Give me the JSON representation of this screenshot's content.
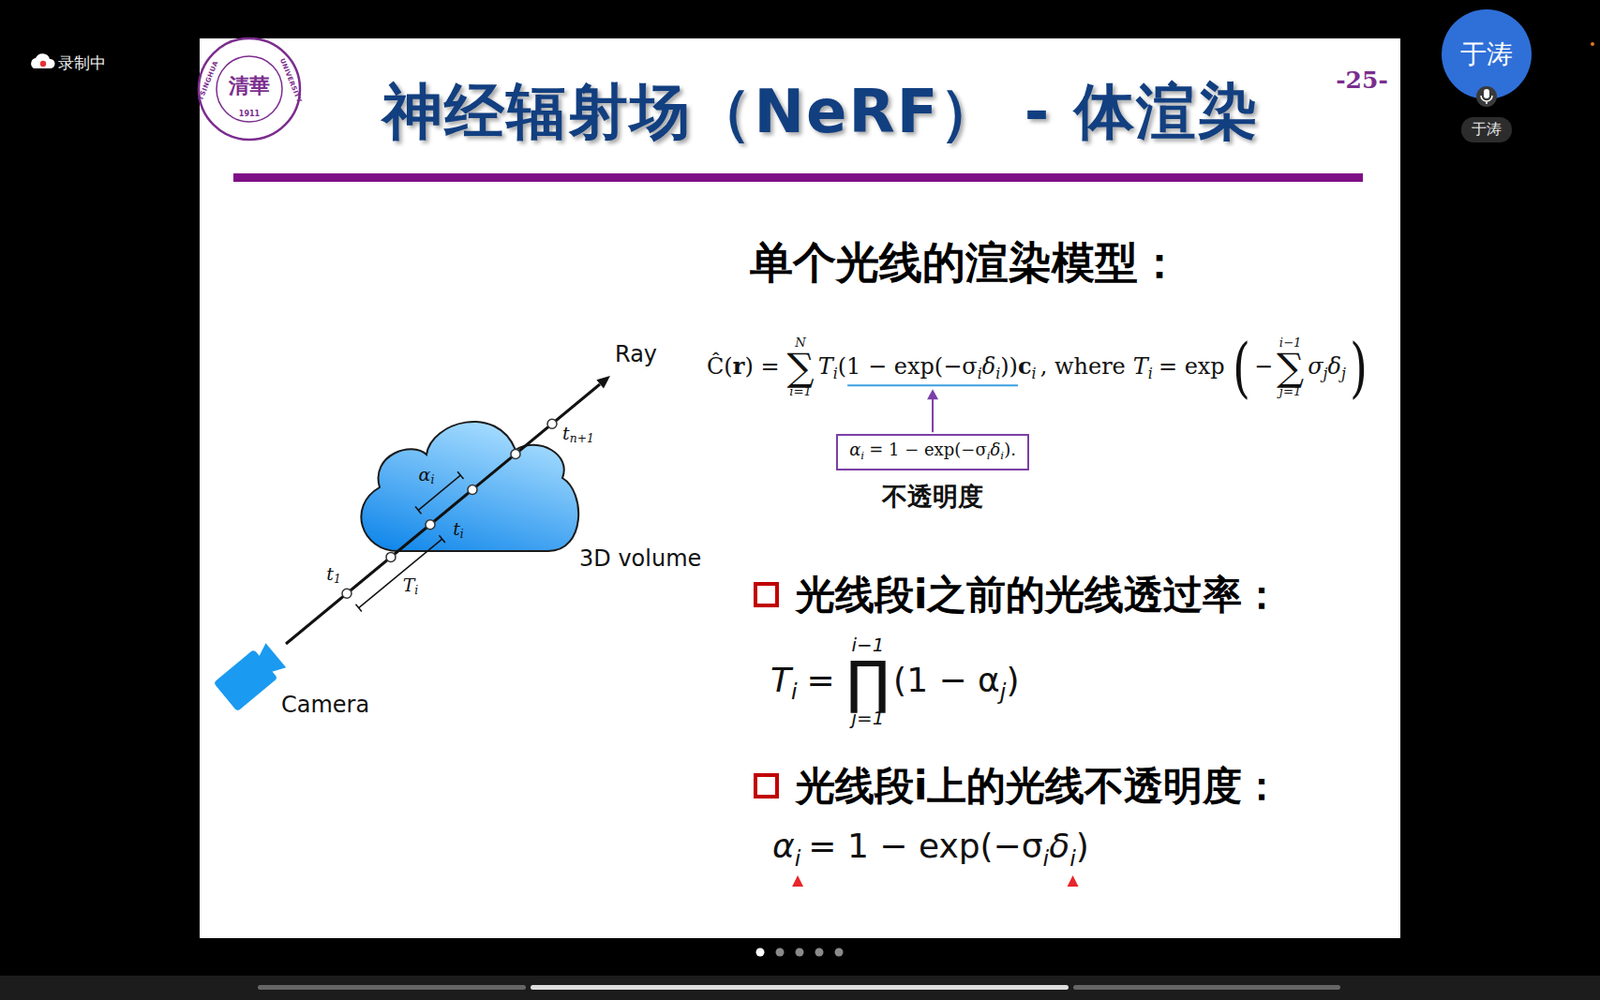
{
  "diagram": {
    "title": "神经辐射场（NeRF） - 体渲染",
    "nodes": [
      {
        "text": [
          "于涛"
        ]
      },
      {
        "text": [
          "于涛"
        ]
      },
      {
        "text": [
          "α",
          "i",
          "= 1 − exp(−σ",
          "i",
          "δ",
          "i",
          ")."
        ]
      }
    ],
    "labels": [
      "录制中",
      "TSINGHUA",
      "UNIVERSITY",
      "1911",
      "清華",
      "-25-",
      "Ray",
      "t",
      "n+1",
      "α",
      "i",
      "t",
      "i",
      "3D volume",
      "t",
      "1",
      "T",
      "i",
      "Camera",
      "单个光线的渲染模型：",
      "Ĉ(",
      "r",
      ") =",
      "N",
      "∑",
      "i=1",
      "T",
      "i",
      "(1 − exp(−σ",
      "i",
      "δ",
      "i",
      "))",
      "c",
      "i",
      ", where",
      "T",
      "i",
      "= exp",
      "(",
      "−",
      "i−1",
      "∑",
      "j=1",
      "σ",
      "j",
      "δ",
      "j",
      ")",
      "不透明度",
      "光线段i之前的光线透过率：",
      "T",
      "i",
      "=",
      "i−1",
      "∏",
      "j=1",
      "(1 − α",
      "j",
      ")",
      "光线段i上的光线不透明度：",
      "α",
      "i",
      "= 1 − exp(−σ",
      "i",
      "δ",
      "i",
      ")"
    ]
  }
}
